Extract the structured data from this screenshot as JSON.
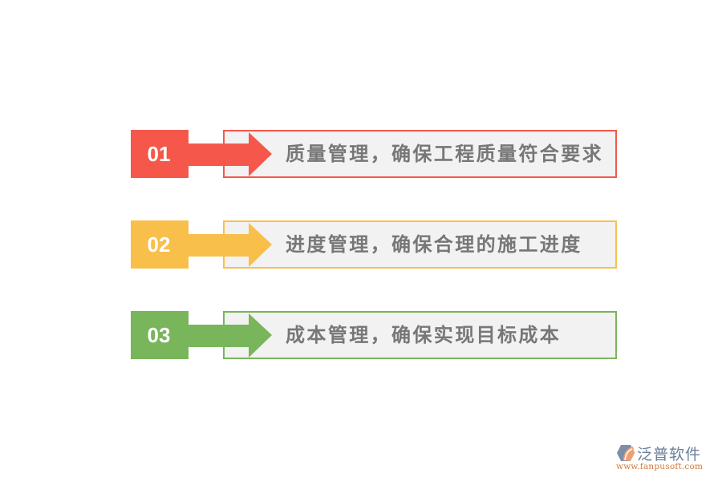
{
  "steps": [
    {
      "number": "01",
      "text": "质量管理，确保工程质量符合要求",
      "color": "#f5584b"
    },
    {
      "number": "02",
      "text": "进度管理，确保合理的施工进度",
      "color": "#f9bf4b"
    },
    {
      "number": "03",
      "text": "成本管理，确保实现目标成本",
      "color": "#79b55b"
    }
  ],
  "logo": {
    "name": "泛普软件",
    "url": "www.fanpusoft.com",
    "icon": "fanpu-logo-icon"
  }
}
